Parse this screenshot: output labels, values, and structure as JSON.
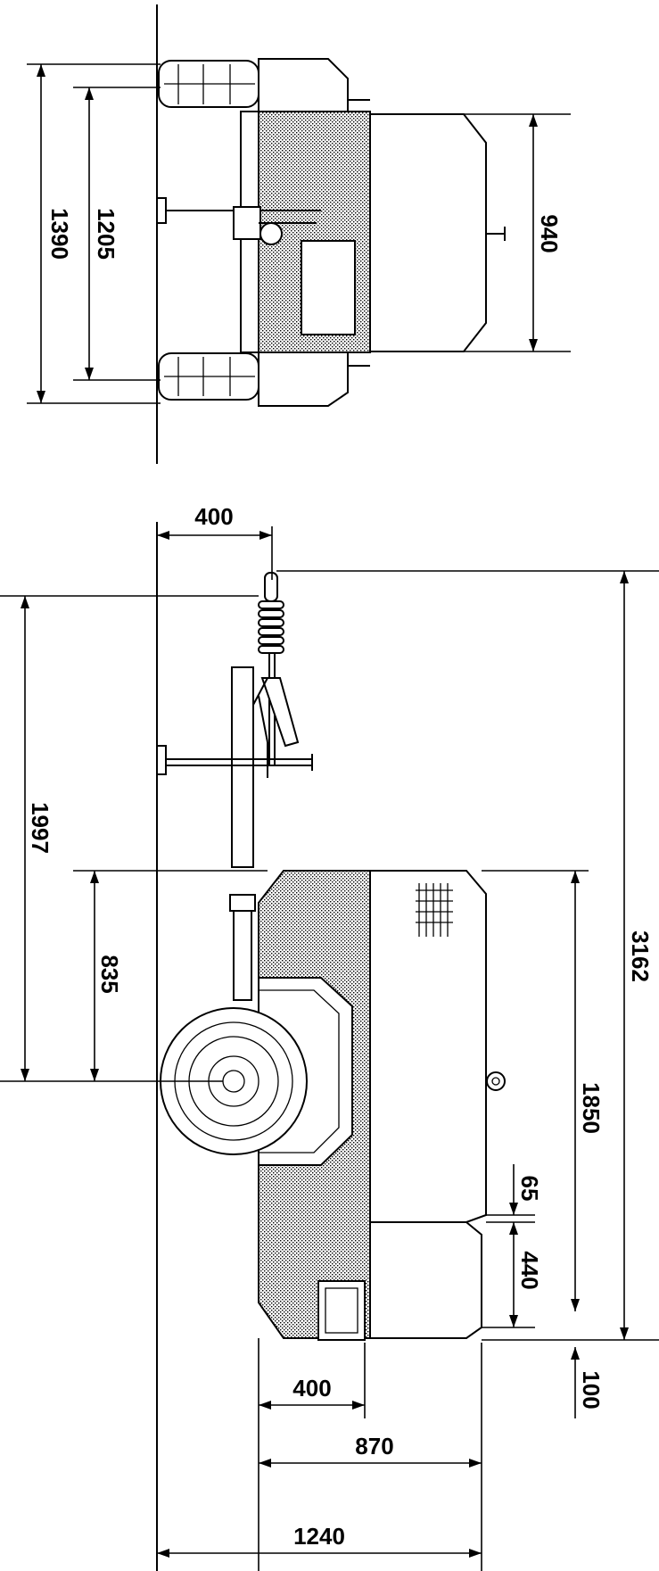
{
  "drawing": {
    "top_view": {
      "dimensions": {
        "overall_width": "1390",
        "track_width": "1205",
        "body_width": "940"
      }
    },
    "side_view": {
      "dimensions": {
        "drawbar_offset": "400",
        "tow_eye_to_axle": "1997",
        "body_front_to_axle": "835",
        "overall_length": "3162",
        "body_length": "1850",
        "panel_gap": "65",
        "rear_section": "440",
        "rear_overhang": "100",
        "rear_frame_width": "400",
        "body_height_a": "870",
        "overall_height": "1240"
      }
    }
  }
}
